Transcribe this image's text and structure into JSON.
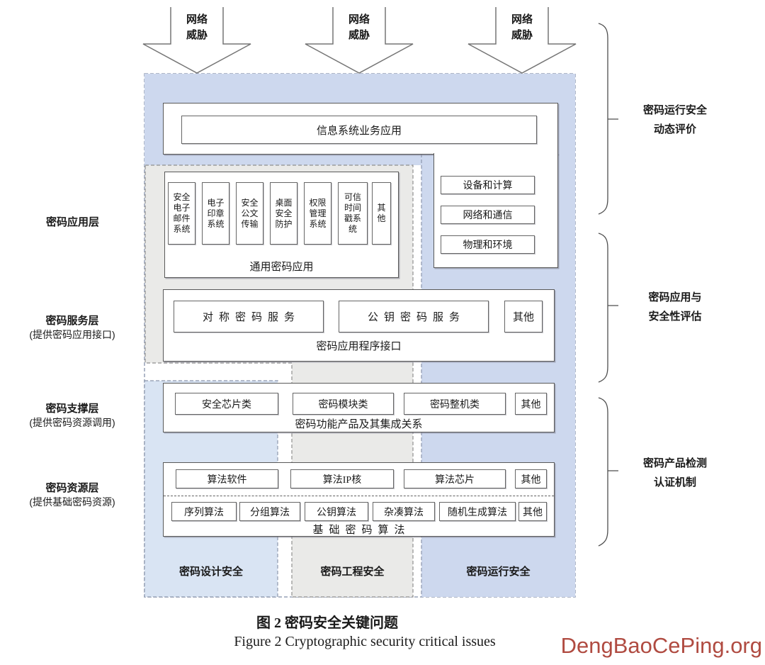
{
  "arrows": {
    "label": "网络\n威胁"
  },
  "top_box": {
    "label": "信息系统业务应用"
  },
  "env_boxes": [
    "设备和计算",
    "网络和通信",
    "物理和环境"
  ],
  "app_layer": {
    "boxes": [
      "安全\n电子\n邮件\n系统",
      "电子\n印章\n系统",
      "安全\n公文\n传输",
      "桌面\n安全\n防护",
      "权限\n管理\n系统",
      "可信\n时间\n戳系\n统",
      "其\n他"
    ],
    "label": "通用密码应用"
  },
  "service_layer": {
    "boxes": [
      "对称密码服务",
      "公钥密码服务",
      "其他"
    ],
    "label": "密码应用程序接口"
  },
  "support_layer": {
    "boxes": [
      "安全芯片类",
      "密码模块类",
      "密码整机类",
      "其他"
    ],
    "label": "密码功能产品及其集成关系"
  },
  "resource_layer": {
    "row1": [
      "算法软件",
      "算法IP核",
      "算法芯片",
      "其他"
    ],
    "row2": [
      "序列算法",
      "分组算法",
      "公钥算法",
      "杂凑算法",
      "随机生成算法",
      "其他"
    ],
    "label": "基础密码算法"
  },
  "bottom_labels": [
    "密码设计安全",
    "密码工程安全",
    "密码运行安全"
  ],
  "left_labels": [
    {
      "title": "密码应用层",
      "sub": ""
    },
    {
      "title": "密码服务层",
      "sub": "(提供密码应用接口)"
    },
    {
      "title": "密码支撑层",
      "sub": "(提供密码资源调用)"
    },
    {
      "title": "密码资源层",
      "sub": "(提供基础密码资源)"
    }
  ],
  "right_labels": [
    "密码运行安全\n动态评价",
    "密码应用与\n安全性评估",
    "密码产品检测\n认证机制"
  ],
  "caption": {
    "zh": "图 2  密码安全关键问题",
    "en": "Figure 2  Cryptographic security critical issues"
  },
  "watermark": "DengBaoCePing.org",
  "colors": {
    "lavender": "#cdd8ee",
    "gray_zone": "#eaeae8",
    "blue_zone": "#d9e4f3",
    "watermark": "#b04b41"
  }
}
